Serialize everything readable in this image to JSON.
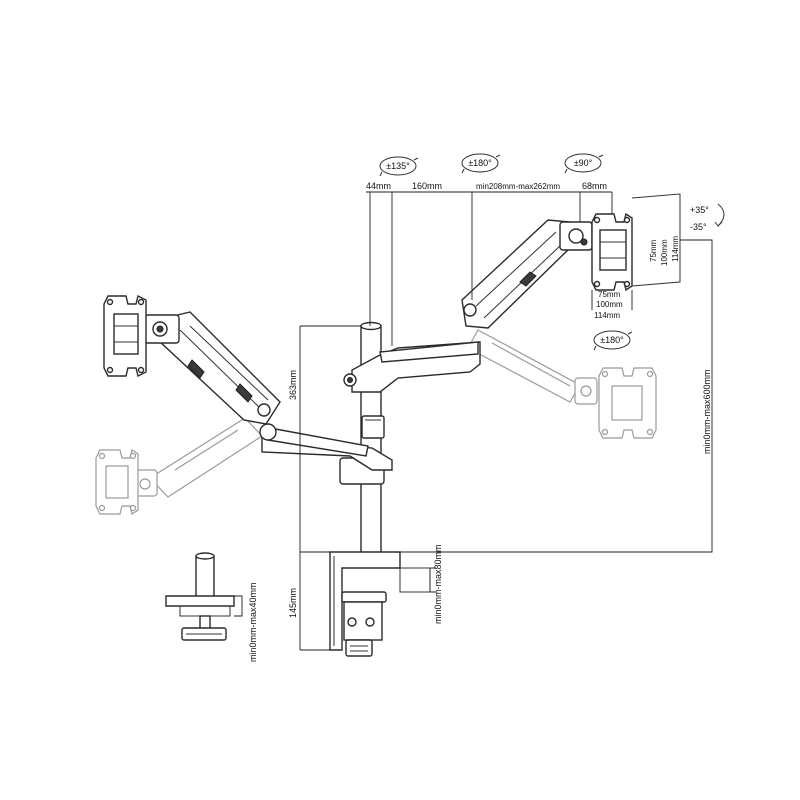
{
  "rotation_badges": {
    "base": "±135°",
    "mid": "±180°",
    "head": "±90°",
    "bottom": "±180°"
  },
  "tilt": {
    "up": "+35°",
    "down": "-35°"
  },
  "top_dimensions": {
    "d1": "44mm",
    "d2": "160mm",
    "d3": "min208mm-max262mm",
    "d4": "68mm"
  },
  "vesa": {
    "v75": "75mm",
    "v100": "100mm",
    "v114": "114mm"
  },
  "vertical_dimensions": {
    "pole_height": "363mm",
    "clamp_height": "145mm",
    "height_range": "min0mm-max600mm",
    "desk_thickness": "min0mm-max80mm",
    "grommet_thickness": "min0mm-max40mm"
  }
}
